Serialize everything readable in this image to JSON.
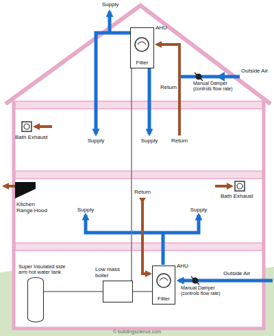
{
  "diagram": {
    "nodes": [
      {
        "text": [
          "AHU",
          "Filter"
        ]
      },
      {
        "text": [
          "Super Insulated side arm hot water tank"
        ]
      },
      {
        "text": [
          "Low mass boiler"
        ]
      },
      {
        "text": [
          "AHU",
          "Filter"
        ]
      }
    ],
    "edges": [
      {
        "from": 2,
        "to": 0,
        "arrow": "none"
      },
      {
        "from": 2,
        "to": 1,
        "arrow": "none"
      },
      {
        "from": 2,
        "to": 3,
        "arrow": "none"
      }
    ],
    "labels": [
      "Supply",
      "Return",
      "Manual Damper (controls flow rate)",
      "Outside Air",
      "Bath Exhaust",
      "Supply",
      "Supply",
      "Return",
      "Kitchen Range Hood",
      "Bath Exhaust",
      "Supply",
      "Return",
      "Supply",
      "Outside Air",
      "Manual Damper (controls flow rate)",
      "© buildingscience.com"
    ]
  }
}
